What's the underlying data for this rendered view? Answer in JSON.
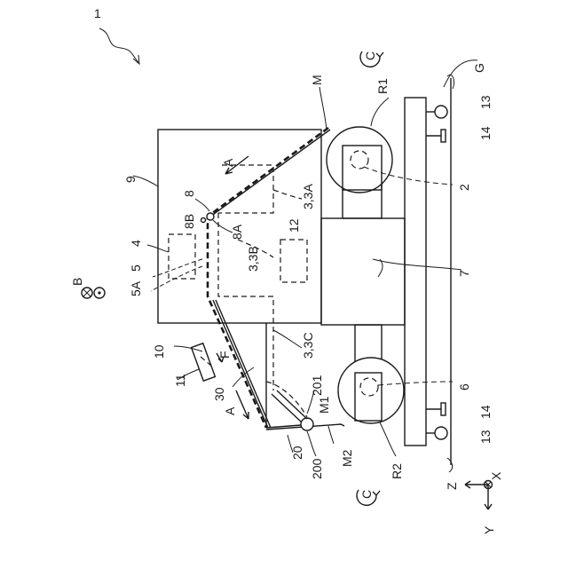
{
  "labels": {
    "fig": "1",
    "g": "G",
    "m": "M",
    "r1": "R1",
    "r2": "R2",
    "n2": "2",
    "n3_3a": "3,3A",
    "n3_3b": "3,3B",
    "n3_3c": "3,3C",
    "n4": "4",
    "n5": "5",
    "n5a": "5A",
    "n6": "6",
    "n7": "7",
    "n8": "8",
    "n8a": "8A",
    "n8b": "8B",
    "n9": "9",
    "n10": "10",
    "n11": "11",
    "n12": "12",
    "n13_top": "13",
    "n13_bot": "13",
    "n14_top": "14",
    "n14_bot": "14",
    "n20": "20",
    "n30": "30",
    "m1": "M1",
    "m2": "M2",
    "n200": "200",
    "n201": "201",
    "a_top": "A",
    "a_bot": "A",
    "f": "F",
    "c_top": "C",
    "c_bot": "C",
    "b": "B",
    "axis_z": "Z",
    "axis_y": "Y",
    "axis_x": "X"
  }
}
